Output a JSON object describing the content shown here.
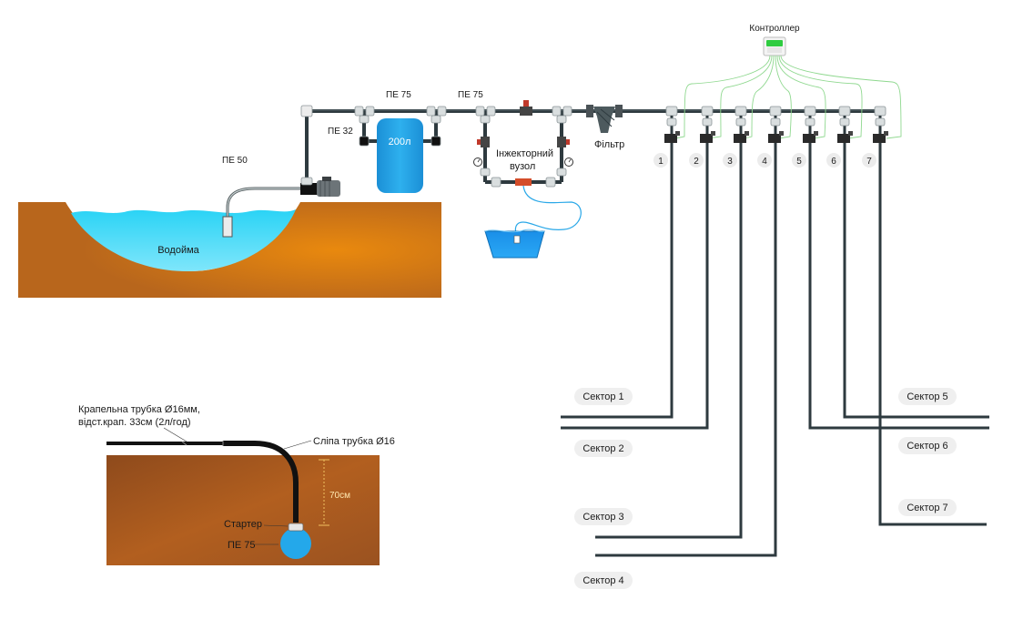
{
  "labels": {
    "controller": "Контроллер",
    "pe75_a": "ПЕ 75",
    "pe75_b": "ПЕ 75",
    "pe32": "ПЕ 32",
    "pe50": "ПЕ 50",
    "tank": "200л",
    "injector_line1": "Інжекторний",
    "injector_line2": "вузол",
    "filter": "Фільтр",
    "reservoir": "Водойма"
  },
  "valves": [
    "1",
    "2",
    "3",
    "4",
    "5",
    "6",
    "7"
  ],
  "sectors": [
    "Сектор 1",
    "Сектор 2",
    "Сектор 3",
    "Сектор 4",
    "Сектор 5",
    "Сектор 6",
    "Сектор 7"
  ],
  "detail": {
    "drip_tube_line1": "Крапельна трубка Ø16мм,",
    "drip_tube_line2": "відст.крап. 33см (2л/год)",
    "blind_tube": "Сліпа трубка Ø16",
    "depth": "70см",
    "starter": "Стартер",
    "main_pipe": "ПЕ 75"
  },
  "colors": {
    "soil": "#c8731e",
    "water": "#3fd0f0",
    "tank": "#1ea0e0",
    "pipe": "#2e3a3f",
    "wire": "#8fd88f"
  }
}
